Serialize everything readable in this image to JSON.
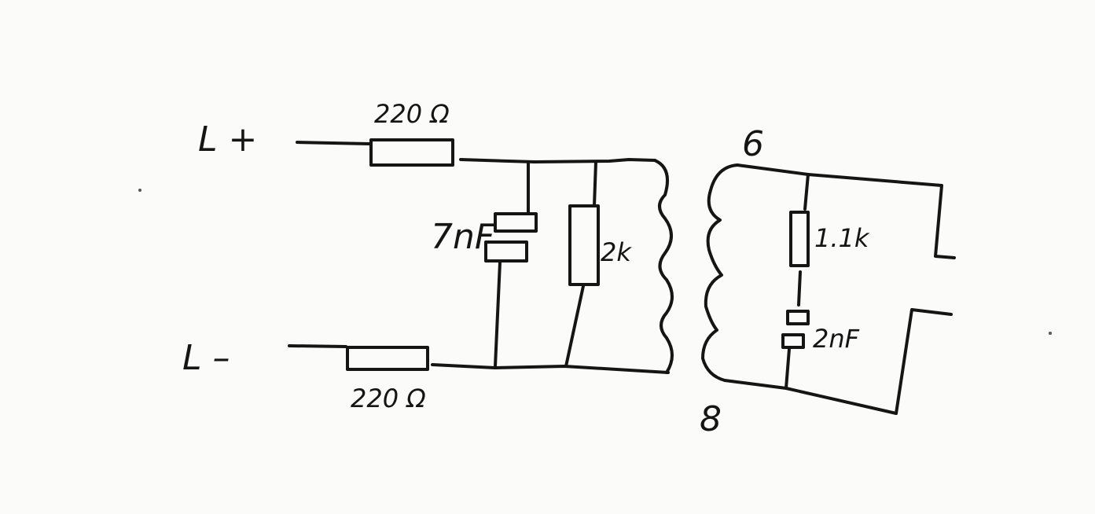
{
  "labels": {
    "l_plus": "L +",
    "l_minus": "L –",
    "r_top": "220 Ω",
    "r_bottom": "220 Ω",
    "c_primary": "7nF",
    "r_primary": "2k",
    "r_secondary": "1.1k",
    "c_secondary": "2nF",
    "pin_top": "6",
    "pin_bottom": "8"
  },
  "colors": {
    "ink": "#151515",
    "paper": "#fbfbfa"
  }
}
